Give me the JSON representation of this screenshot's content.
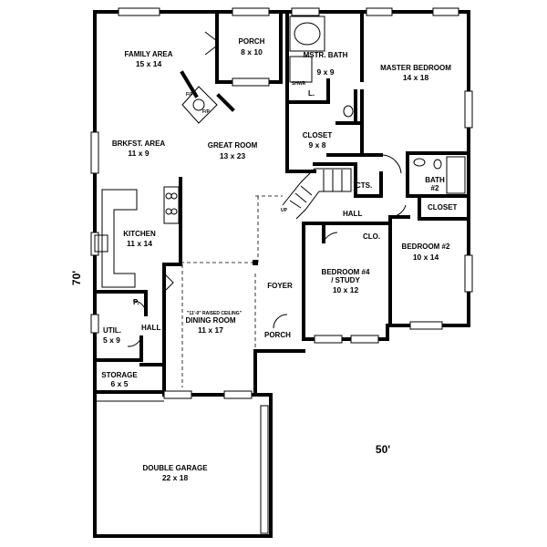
{
  "dimensions": {
    "depth": "70'",
    "width": "50'"
  },
  "rooms": [
    {
      "key": "family",
      "name": "FAMILY AREA",
      "size": "15 x 14"
    },
    {
      "key": "porch_rear",
      "name": "PORCH",
      "size": "8 x 10"
    },
    {
      "key": "mstr_bath",
      "name": "MSTR. BATH",
      "size": "9 x 9"
    },
    {
      "key": "master_bed",
      "name": "MASTER BEDROOM",
      "size": "14 x 18"
    },
    {
      "key": "brkfst",
      "name": "BRKFST. AREA",
      "size": "11 x 9"
    },
    {
      "key": "great",
      "name": "GREAT ROOM",
      "size": "13 x 23"
    },
    {
      "key": "closet_big",
      "name": "CLOSET",
      "size": "9 x 8"
    },
    {
      "key": "kitchen",
      "name": "KITCHEN",
      "size": "11 x 14"
    },
    {
      "key": "bath2",
      "name": "BATH",
      "size": "#2"
    },
    {
      "key": "bedroom2",
      "name": "BEDROOM #2",
      "size": "10 x 14"
    },
    {
      "key": "bedroom4",
      "name": "BEDROOM #4",
      "name2": "/ STUDY",
      "size": "10 x 12"
    },
    {
      "key": "dining",
      "note": "\"11'-0\" RAISED CEILING\"",
      "name": "DINING ROOM",
      "size": "11 x 17"
    },
    {
      "key": "util",
      "name": "UTIL.",
      "size": "5 x 9"
    },
    {
      "key": "storage",
      "name": "STORAGE",
      "size": "6 x 5"
    },
    {
      "key": "garage",
      "name": "DOUBLE GARAGE",
      "size": "22 x 18"
    }
  ],
  "labels": {
    "fp_top": "F/P",
    "fp_bottom": "F/P",
    "shwr": "SHWR",
    "l": "L.",
    "cts": "CTS.",
    "up": "UP",
    "hall_center": "HALL",
    "closet_small": "CLOSET",
    "clo": "CLO.",
    "foyer": "FOYER",
    "porch_front": "PORCH",
    "pantry": "P.",
    "hall_left": "HALL"
  }
}
